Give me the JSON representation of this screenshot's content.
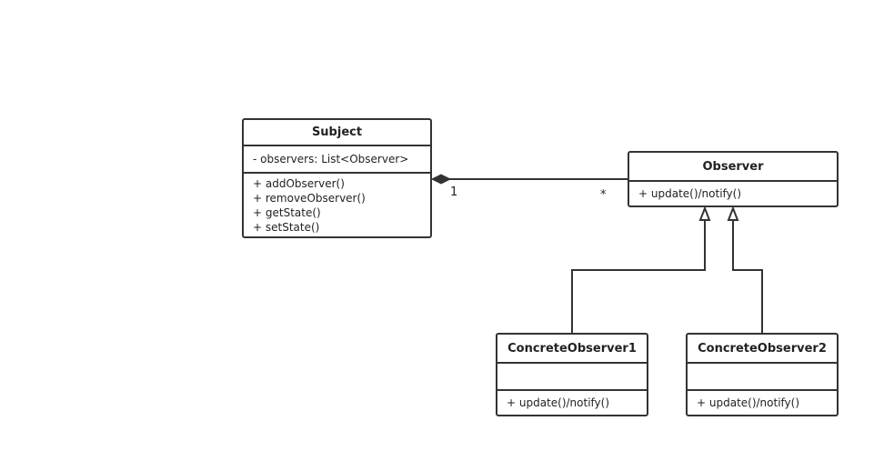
{
  "diagram": {
    "classes": {
      "subject": {
        "name": "Subject",
        "attributes": [
          "- observers: List<Observer>"
        ],
        "methods": [
          "+ addObserver()",
          "+ removeObserver()",
          "+ getState()",
          "+ setState()"
        ]
      },
      "observer": {
        "name": "Observer",
        "methods": [
          "+ update()/notify()"
        ]
      },
      "concrete1": {
        "name": "ConcreteObserver1",
        "methods": [
          "+ update()/notify()"
        ]
      },
      "concrete2": {
        "name": "ConcreteObserver2",
        "methods": [
          "+ update()/notify()"
        ]
      }
    },
    "association": {
      "subject_multiplicity": "1",
      "observer_multiplicity": "*"
    }
  }
}
